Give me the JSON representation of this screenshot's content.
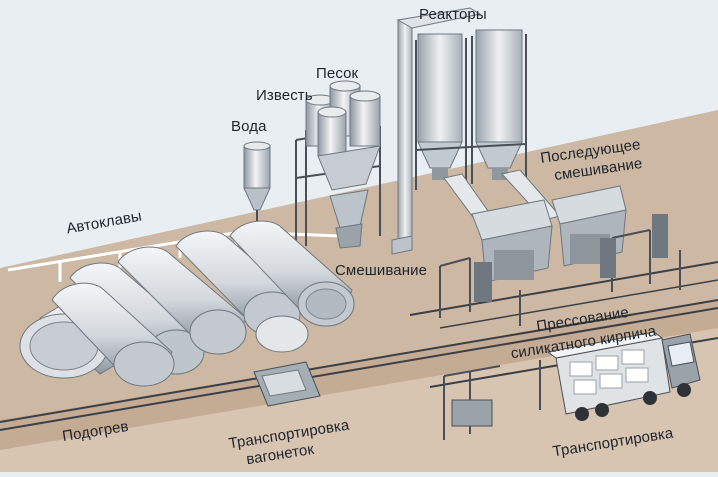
{
  "labels": {
    "reactors": "Реакторы",
    "sand": "Песок",
    "lime": "Известь",
    "water": "Вода",
    "post_mixing_1": "Последующее",
    "post_mixing_2": "смешивание",
    "autoclaves": "Автоклавы",
    "mixing": "Смешивание",
    "pressing_1": "Прессование",
    "pressing_2": "силикатного кирпича",
    "heating": "Подогрев",
    "cart_transport_1": "Транспортировка",
    "cart_transport_2": "вагонеток",
    "transport": "Транспортировка"
  },
  "colors": {
    "floor": "#cdb8a3",
    "floor_dark": "#b9a18a",
    "background": "#e9eef2",
    "metal_light": "#eef1f3",
    "metal_mid": "#bcc3ca",
    "metal_dark": "#6f7780",
    "rail": "#3a3f45",
    "frame": "#4a4f56"
  }
}
